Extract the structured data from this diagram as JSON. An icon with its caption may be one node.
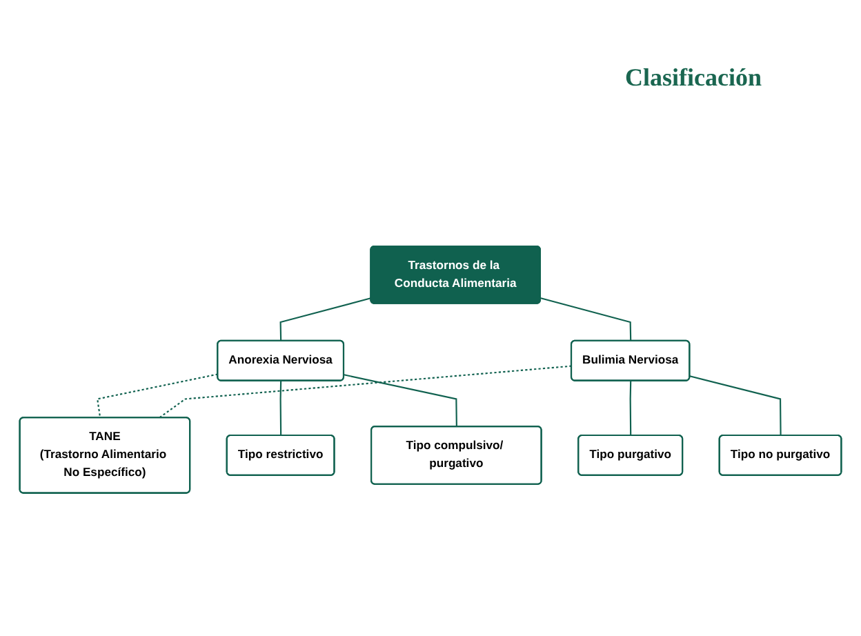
{
  "diagram": {
    "title": "Clasificación",
    "nodes": [
      {
        "text": [
          "Trastornos de la Conducta Alimentaria"
        ]
      },
      {
        "text": [
          "Anorexia Nerviosa"
        ]
      },
      {
        "text": [
          "Bulimia Nerviosa"
        ]
      },
      {
        "text": [
          "TANE",
          "(Trastorno Alimentario No Específico)"
        ]
      },
      {
        "text": [
          "Tipo restrictivo"
        ]
      },
      {
        "text": [
          "Tipo compulsivo/ purgativo"
        ]
      },
      {
        "text": [
          "Tipo purgativo"
        ]
      },
      {
        "text": [
          "Tipo no purgativo"
        ]
      }
    ],
    "edges": [
      {
        "from": 0,
        "to": 1,
        "arrow": "none"
      },
      {
        "from": 0,
        "to": 2,
        "arrow": "none"
      },
      {
        "from": 1,
        "to": 3,
        "arrow": "none",
        "style": "dashed"
      },
      {
        "from": 2,
        "to": 3,
        "arrow": "none",
        "style": "dashed"
      },
      {
        "from": 1,
        "to": 4,
        "arrow": "none"
      },
      {
        "from": 1,
        "to": 5,
        "arrow": "none"
      },
      {
        "from": 2,
        "to": 6,
        "arrow": "none"
      },
      {
        "from": 2,
        "to": 7,
        "arrow": "none"
      }
    ]
  }
}
